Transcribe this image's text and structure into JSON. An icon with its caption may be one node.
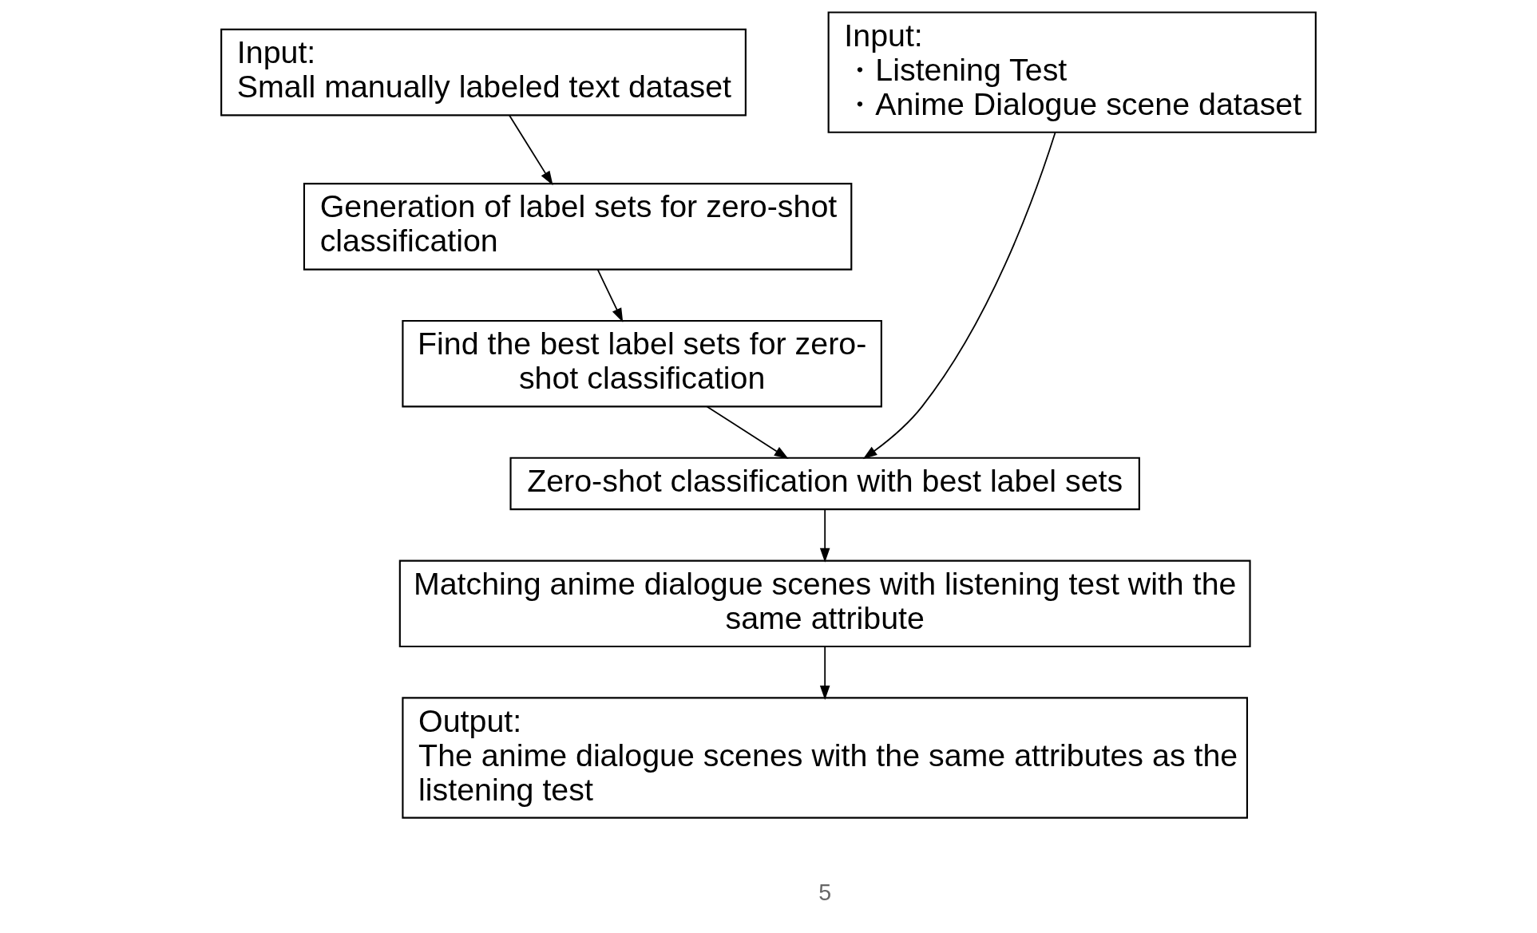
{
  "diagram": {
    "nodes": [
      {
        "text": [
          "Input:",
          "Small manually labeled text dataset"
        ]
      },
      {
        "text": [
          "Generation of label sets for zero-shot classification"
        ]
      },
      {
        "text": [
          "Find the best label sets for zero-shot classification"
        ]
      },
      {
        "text": [
          "Input:",
          "・Listening Test",
          "・Anime Dialogue scene dataset"
        ]
      },
      {
        "text": [
          "Zero-shot classification with best label sets"
        ]
      },
      {
        "text": [
          "Matching anime dialogue scenes with listening test with the same attribute"
        ]
      },
      {
        "text": [
          "Output:",
          "The anime dialogue scenes with the same attributes as the listening test"
        ]
      }
    ],
    "edges": [
      {
        "from": 0,
        "to": 1,
        "arrow": "to"
      },
      {
        "from": 1,
        "to": 2,
        "arrow": "to"
      },
      {
        "from": 2,
        "to": 4,
        "arrow": "to"
      },
      {
        "from": 3,
        "to": 4,
        "arrow": "to"
      },
      {
        "from": 4,
        "to": 5,
        "arrow": "to"
      },
      {
        "from": 5,
        "to": 6,
        "arrow": "to"
      }
    ],
    "labels": [
      "5"
    ]
  }
}
